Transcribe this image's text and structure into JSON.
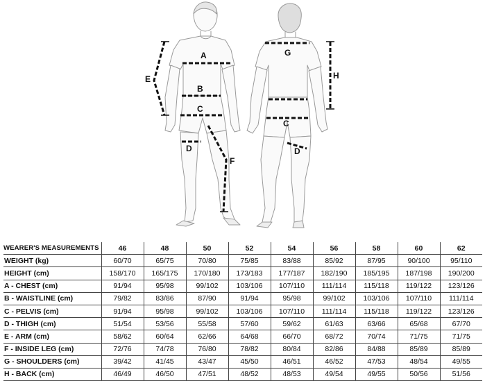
{
  "illustration": {
    "front_labels": {
      "A": "A",
      "B": "B",
      "C": "C",
      "D": "D",
      "E": "E",
      "F": "F"
    },
    "back_labels": {
      "G": "G",
      "H": "H",
      "C": "C",
      "D": "D"
    }
  },
  "table": {
    "header_label": "WEARER'S MEASUREMENTS",
    "sizes": [
      "46",
      "48",
      "50",
      "52",
      "54",
      "56",
      "58",
      "60",
      "62"
    ],
    "rows": [
      {
        "label": "WEIGHT (kg)",
        "values": [
          "60/70",
          "65/75",
          "70/80",
          "75/85",
          "83/88",
          "85/92",
          "87/95",
          "90/100",
          "95/110"
        ]
      },
      {
        "label": "HEIGHT (cm)",
        "values": [
          "158/170",
          "165/175",
          "170/180",
          "173/183",
          "177/187",
          "182/190",
          "185/195",
          "187/198",
          "190/200"
        ]
      },
      {
        "label": "A - CHEST (cm)",
        "values": [
          "91/94",
          "95/98",
          "99/102",
          "103/106",
          "107/110",
          "111/114",
          "115/118",
          "119/122",
          "123/126"
        ]
      },
      {
        "label": "B - WAISTLINE (cm)",
        "values": [
          "79/82",
          "83/86",
          "87/90",
          "91/94",
          "95/98",
          "99/102",
          "103/106",
          "107/110",
          "111/114"
        ]
      },
      {
        "label": "C - PELVIS (cm)",
        "values": [
          "91/94",
          "95/98",
          "99/102",
          "103/106",
          "107/110",
          "111/114",
          "115/118",
          "119/122",
          "123/126"
        ]
      },
      {
        "label": "D - THIGH (cm)",
        "values": [
          "51/54",
          "53/56",
          "55/58",
          "57/60",
          "59/62",
          "61/63",
          "63/66",
          "65/68",
          "67/70"
        ]
      },
      {
        "label": "E - ARM (cm)",
        "values": [
          "58/62",
          "60/64",
          "62/66",
          "64/68",
          "66/70",
          "68/72",
          "70/74",
          "71/75",
          "71/75"
        ]
      },
      {
        "label": "F - INSIDE LEG (cm)",
        "values": [
          "72/76",
          "74/78",
          "76/80",
          "78/82",
          "80/84",
          "82/86",
          "84/88",
          "85/89",
          "85/89"
        ]
      },
      {
        "label": "G - SHOULDERS (cm)",
        "values": [
          "39/42",
          "41/45",
          "43/47",
          "45/50",
          "46/51",
          "46/52",
          "47/53",
          "48/54",
          "49/55"
        ]
      },
      {
        "label": "H - BACK (cm)",
        "values": [
          "46/49",
          "46/50",
          "47/51",
          "48/52",
          "48/53",
          "49/54",
          "49/55",
          "50/56",
          "51/56"
        ]
      }
    ]
  }
}
